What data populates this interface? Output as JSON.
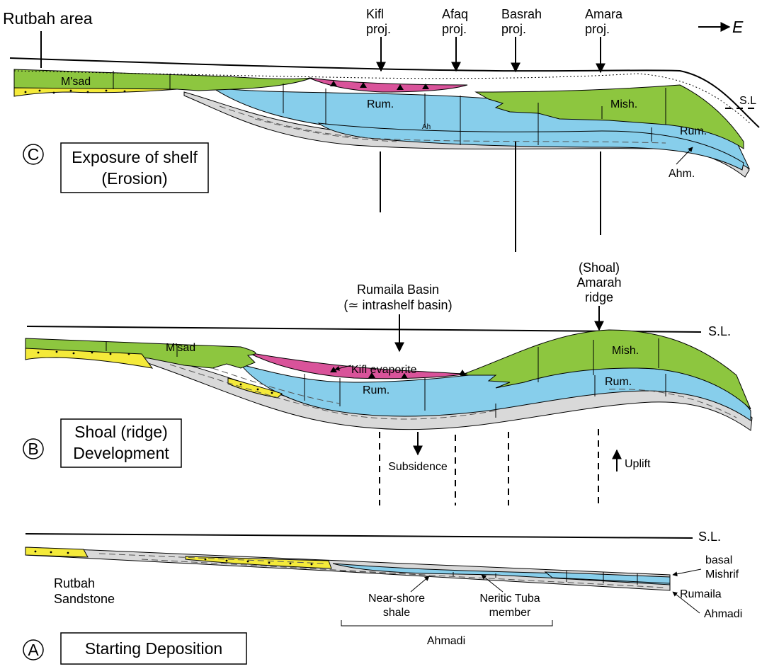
{
  "top": {
    "rutbah_area": "Rutbah area",
    "direction": "E",
    "proj": [
      "Kifl",
      "Afaq",
      "Basrah",
      "Amara"
    ],
    "proj_suffix": "proj."
  },
  "panel_c": {
    "letter": "C",
    "title_line1": "Exposure of shelf",
    "title_line2": "(Erosion)",
    "labels": {
      "msad": "M'sad",
      "rum": "Rum.",
      "rum2": "Rum.",
      "mish": "Mish.",
      "ah": "Ah",
      "ahm": "Ahm.",
      "sl": "S.L"
    }
  },
  "panel_b": {
    "letter": "B",
    "title_line1": "Shoal (ridge)",
    "title_line2": "Development",
    "labels": {
      "basin_line1": "Rumaila Basin",
      "basin_line2": "(≃ intrashelf basin)",
      "ridge_line1": "(Shoal)",
      "ridge_line2": "Amarah",
      "ridge_line3": "ridge",
      "kifl": "Kifl evaporite",
      "msad": "M'sad",
      "rum": "Rum.",
      "rum2": "Rum.",
      "mish": "Mish.",
      "subsidence": "Subsidence",
      "uplift": "Uplift",
      "sl": "S.L."
    }
  },
  "panel_a": {
    "letter": "A",
    "title": "Starting Deposition",
    "labels": {
      "sl": "S.L.",
      "rutbah_line1": "Rutbah",
      "rutbah_line2": "Sandstone",
      "nearshore_line1": "Near-shore",
      "nearshore_line2": "shale",
      "neritic_line1": "Neritic Tuba",
      "neritic_line2": "member",
      "ahmadi_bracket": "Ahmadi",
      "basal_line1": "basal",
      "basal_line2": "Mishrif",
      "rumaila": "Rumaila",
      "ahmadi": "Ahmadi"
    }
  }
}
